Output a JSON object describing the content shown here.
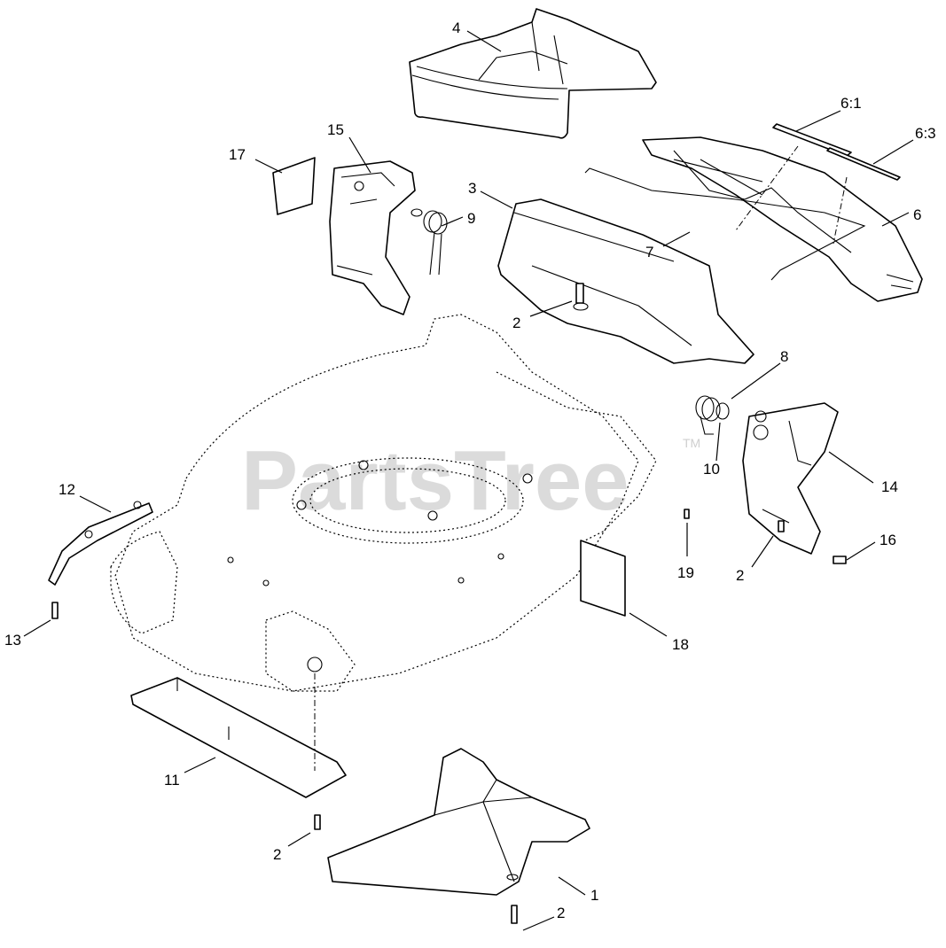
{
  "watermark": {
    "text": "PartsTree",
    "tm": "TM"
  },
  "callouts": [
    {
      "id": "c4",
      "label": "4"
    },
    {
      "id": "c6-1",
      "label": "6:1"
    },
    {
      "id": "c6-3",
      "label": "6:3"
    },
    {
      "id": "c15",
      "label": "15"
    },
    {
      "id": "c17",
      "label": "17"
    },
    {
      "id": "c3",
      "label": "3"
    },
    {
      "id": "c9",
      "label": "9"
    },
    {
      "id": "c7",
      "label": "7"
    },
    {
      "id": "c6",
      "label": "6"
    },
    {
      "id": "c2a",
      "label": "2"
    },
    {
      "id": "c8",
      "label": "8"
    },
    {
      "id": "c10",
      "label": "10"
    },
    {
      "id": "c14",
      "label": "14"
    },
    {
      "id": "c12",
      "label": "12"
    },
    {
      "id": "c16",
      "label": "16"
    },
    {
      "id": "c19",
      "label": "19"
    },
    {
      "id": "c2b",
      "label": "2"
    },
    {
      "id": "c13",
      "label": "13"
    },
    {
      "id": "c18",
      "label": "18"
    },
    {
      "id": "c11",
      "label": "11"
    },
    {
      "id": "c2c",
      "label": "2"
    },
    {
      "id": "c1",
      "label": "1"
    },
    {
      "id": "c2d",
      "label": "2"
    }
  ]
}
